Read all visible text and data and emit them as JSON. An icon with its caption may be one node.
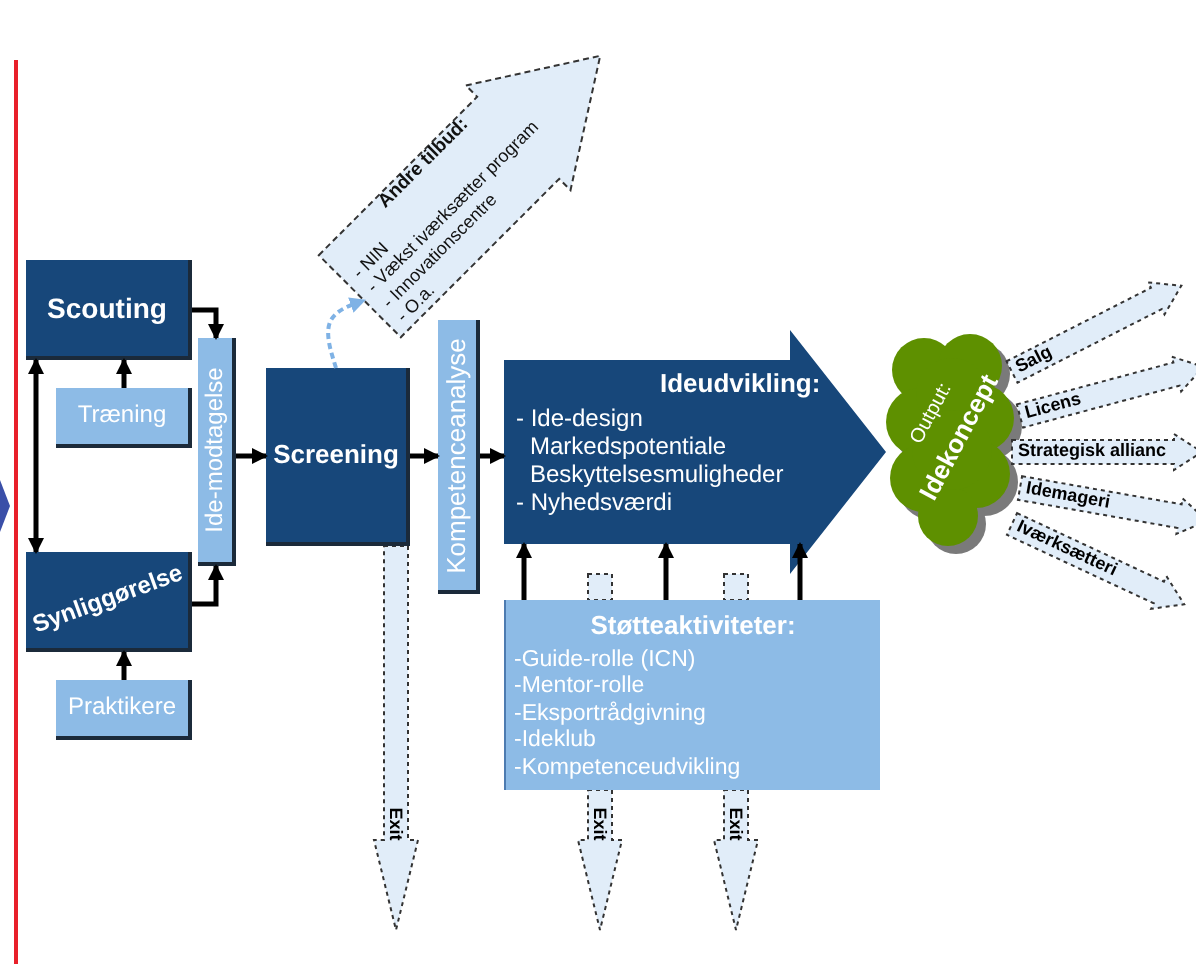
{
  "diagram": {
    "nodes": [
      {
        "text": [
          "Scouting"
        ]
      },
      {
        "text": [
          "Træning"
        ]
      },
      {
        "text": [
          "Synliggørelse"
        ]
      },
      {
        "text": [
          "Praktikere"
        ]
      },
      {
        "text": [
          "Ide-modtagelse"
        ]
      },
      {
        "text": [
          "Screening"
        ]
      },
      {
        "text": [
          "Kompetenceanalyse"
        ]
      },
      {
        "text": [
          "Ideudvikling:",
          "- Ide-design",
          "Markedspotentiale",
          "Beskyttelsesmuligheder",
          "- Nyhedsværdi"
        ]
      },
      {
        "text": [
          "Støtteaktiviteter:",
          "-Guide-rolle (ICN)",
          "-Mentor-rolle",
          "-Eksportrådgivning",
          "-Ideklub",
          "-Kompetenceudvikling"
        ]
      },
      {
        "text": [
          "Output:",
          "Idekoncept"
        ]
      },
      {
        "text": [
          "Andre tilbud:",
          "- NIN",
          "- Vækst iværksætter program",
          "- Innovationscentre",
          "- O.a."
        ]
      },
      {
        "text": [
          "Exit"
        ]
      },
      {
        "text": [
          "Exit"
        ]
      },
      {
        "text": [
          "Exit"
        ]
      },
      {
        "text": [
          "Salg"
        ]
      },
      {
        "text": [
          "Licens"
        ]
      },
      {
        "text": [
          "Strategisk allianc"
        ]
      },
      {
        "text": [
          "Idemageri"
        ]
      },
      {
        "text": [
          "Iværksætteri"
        ]
      }
    ],
    "edges": [
      {
        "from": 1,
        "to": 0,
        "arrow": "to"
      },
      {
        "from": 0,
        "to": 2,
        "arrow": "both"
      },
      {
        "from": 3,
        "to": 2,
        "arrow": "to"
      },
      {
        "from": 0,
        "to": 4,
        "arrow": "to"
      },
      {
        "from": 2,
        "to": 4,
        "arrow": "to"
      },
      {
        "from": 4,
        "to": 5,
        "arrow": "to"
      },
      {
        "from": 5,
        "to": 6,
        "arrow": "to"
      },
      {
        "from": 6,
        "to": 7,
        "arrow": "to"
      },
      {
        "from": 8,
        "to": 7,
        "arrow": "to"
      },
      {
        "from": 8,
        "to": 7,
        "arrow": "to"
      },
      {
        "from": 8,
        "to": 7,
        "arrow": "to"
      },
      {
        "from": 5,
        "to": 10,
        "arrow": "to",
        "style": "dashed",
        "color": "#7fb2e5"
      }
    ]
  }
}
